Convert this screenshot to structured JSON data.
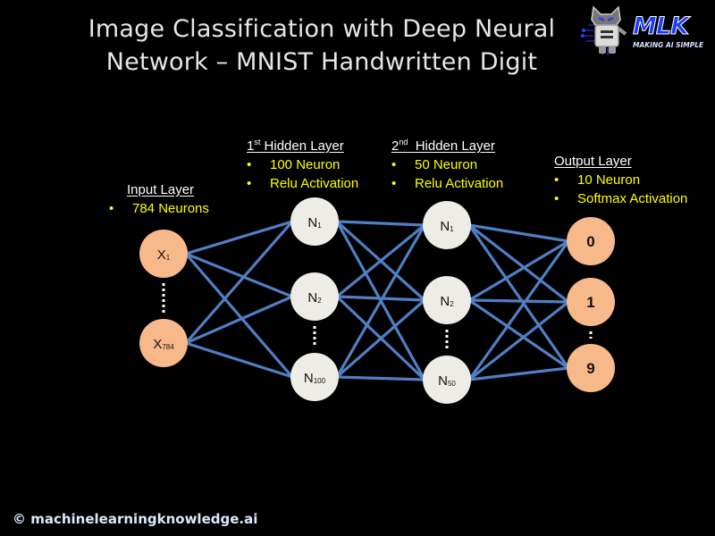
{
  "title": {
    "line1": "Image Classification with Deep Neural",
    "line2": "Network – MNIST Handwritten Digit"
  },
  "logo": {
    "icon": "robot-mascot-icon",
    "text": "MLK",
    "tagline": "MAKING AI SIMPLE"
  },
  "layers": {
    "input": {
      "title": "Input Layer",
      "bullets": [
        "784 Neurons"
      ],
      "nodes": [
        "X",
        "X"
      ],
      "node_subs": [
        "1",
        "784"
      ]
    },
    "hidden1": {
      "title_num": "1",
      "title_sup": "st",
      "title": " Hidden Layer",
      "bullets": [
        "100 Neuron",
        "Relu Activation"
      ],
      "nodes": [
        "N",
        "N",
        "N"
      ],
      "node_subs": [
        "1",
        "2",
        "100"
      ]
    },
    "hidden2": {
      "title_num": "2",
      "title_sup": "nd",
      "title": "  Hidden Layer",
      "bullets": [
        "50 Neuron",
        "Relu Activation"
      ],
      "nodes": [
        "N",
        "N",
        "N"
      ],
      "node_subs": [
        "1",
        "2",
        "50"
      ]
    },
    "output": {
      "title": "Output Layer",
      "bullets": [
        "10 Neuron",
        "Softmax Activation"
      ],
      "nodes": [
        "0",
        "1",
        "9"
      ]
    }
  },
  "bullet_char": "•",
  "colors": {
    "background": "#000000",
    "edge": "#4f7fc4",
    "io_node": "#f8b98a",
    "hidden_node": "#eeece6",
    "bullet_text": "#ffff00",
    "title_text": "#e6e6e6"
  },
  "footer": "© machinelearningknowledge.ai"
}
